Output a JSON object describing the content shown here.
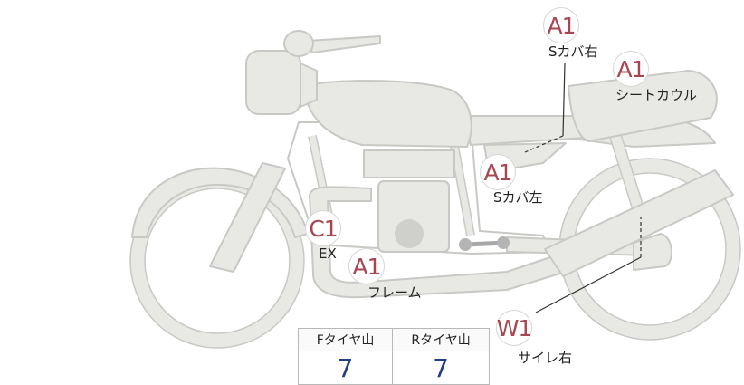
{
  "markers": [
    {
      "id": "s-cover-right",
      "code": "A1",
      "label": "Sカバ右"
    },
    {
      "id": "seat-cowl",
      "code": "A1",
      "label": "シートカウル"
    },
    {
      "id": "s-cover-left",
      "code": "A1",
      "label": "Sカバ左"
    },
    {
      "id": "exhaust",
      "code": "C1",
      "label": "EX"
    },
    {
      "id": "frame",
      "code": "A1",
      "label": "フレーム"
    },
    {
      "id": "silencer-right",
      "code": "W1",
      "label": "サイレ右"
    }
  ],
  "tread": {
    "front_header": "Fタイヤ山",
    "rear_header": "Rタイヤ山",
    "front_value": "7",
    "rear_value": "7"
  },
  "colors": {
    "bike_fill": "#e8e9e5",
    "bike_stroke": "#c8c9c5",
    "marker_text": "#a8454e",
    "value_text": "#1f3f82"
  }
}
